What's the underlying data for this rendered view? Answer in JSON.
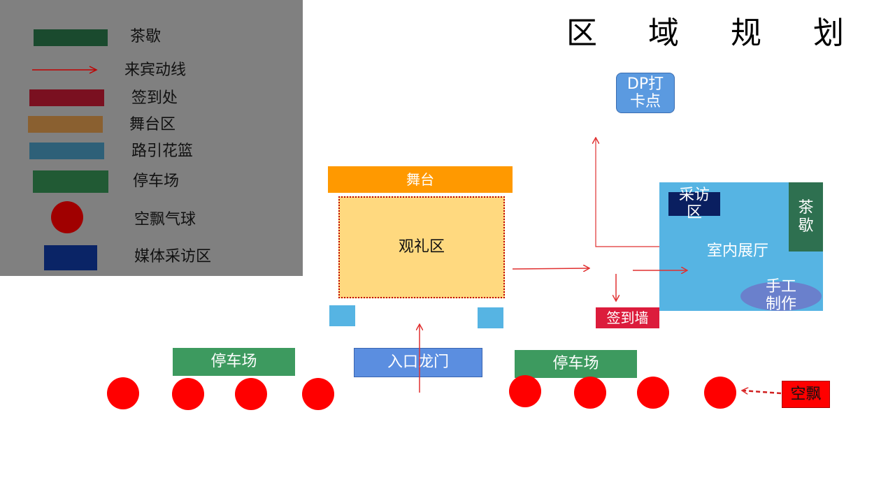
{
  "legend": {
    "items": [
      {
        "label": "茶歇",
        "color": "#1a4a2e",
        "kind": "rect"
      },
      {
        "label": "来宾动线",
        "color": "#c00000",
        "kind": "arrow"
      },
      {
        "label": "签到处",
        "color": "#7a1020",
        "kind": "rect"
      },
      {
        "label": "舞台区",
        "color": "#8a6030",
        "kind": "rect"
      },
      {
        "label": "路引花篮",
        "color": "#2e6078",
        "kind": "rect"
      },
      {
        "label": "停车场",
        "color": "#215a34",
        "kind": "rect"
      },
      {
        "label": "空飘气球",
        "color": "#a00000",
        "kind": "circle"
      },
      {
        "label": "媒体采访区",
        "color": "#0a2466",
        "kind": "rect"
      }
    ]
  },
  "title": {
    "chars": [
      "区",
      "域",
      "规",
      "划"
    ]
  },
  "diagram": {
    "dp_checkin": {
      "line1": "DP打",
      "line2": "卡点"
    },
    "stage": "舞台",
    "viewing_area": "观礼区",
    "entrance_arch": "入口龙门",
    "parking_left": "停车场",
    "parking_right": "停车场",
    "signin_wall": "签到墙",
    "indoor_hall": "室内展厅",
    "interview_area": {
      "line1": "采访",
      "line2": "区"
    },
    "tea_break": {
      "line1": "茶",
      "line2": "歇"
    },
    "handcraft": {
      "line1": "手工",
      "line2": "制作"
    },
    "balloon_label": "空飘",
    "balloon_count": 8
  },
  "colors": {
    "stage": "#ff9900",
    "viewing_area": "#ffd97f",
    "hall": "#56b4e3",
    "parking": "#3d9a5f",
    "entrance": "#5b8ee0",
    "signin_wall": "#dc1c3c",
    "balloon": "#ff0000",
    "arrow": "#e03030",
    "dp": "#5b9ae0",
    "interview": "#0a1f60",
    "tea": "#2e7050",
    "handcraft": "#6a80cc"
  }
}
